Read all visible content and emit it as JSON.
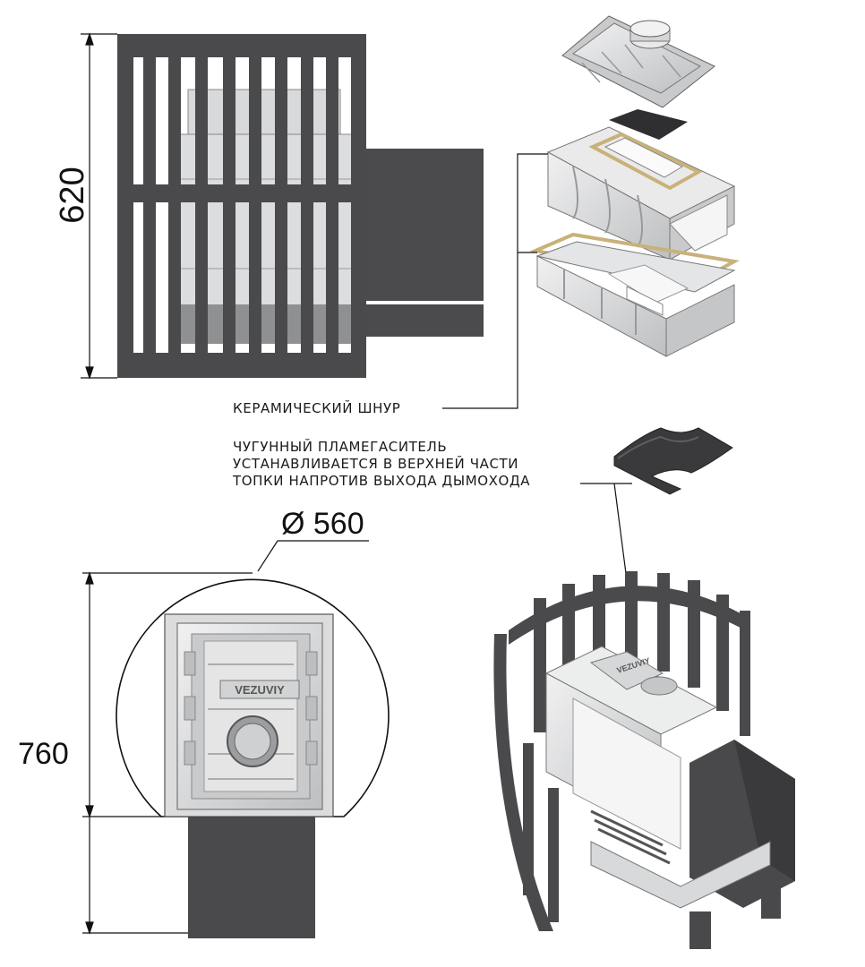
{
  "dimensions": {
    "height_top": "620",
    "diameter": "Ø 560",
    "height_bottom": "760"
  },
  "labels": {
    "ceramic_cord": "КЕРАМИЧЕСКИЙ ШНУР",
    "flame_arrester": [
      "ЧУГУННЫЙ ПЛАМЕГАСИТЕЛЬ",
      "УСТАНАВЛИВАЕТСЯ В ВЕРХНЕЙ ЧАСТИ",
      "ТОПКИ НАПРОТИВ ВЫХОДА ДЫМОХОДА"
    ]
  },
  "brand": "VEZUVIY",
  "colors": {
    "dark_metal": "#4a4a4c",
    "cast_iron_light": "#d9dadb",
    "cord_gold": "#c8b27a",
    "line": "#111111"
  }
}
